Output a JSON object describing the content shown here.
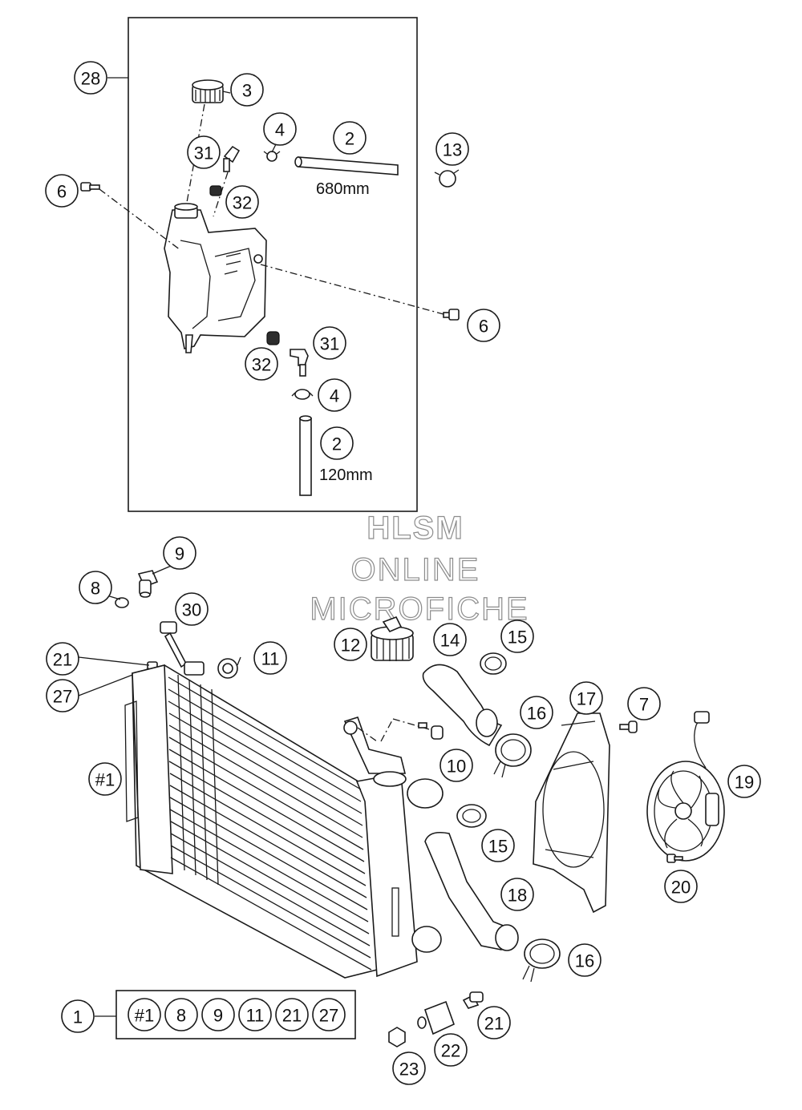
{
  "watermark": {
    "line1": "HLSM",
    "line2": "ONLINE",
    "line3": "MICROFICHE"
  },
  "dimensions": {
    "hose_long": "680mm",
    "hose_short": "120mm"
  },
  "callouts": [
    {
      "id": "c28",
      "label": "28"
    },
    {
      "id": "c3",
      "label": "3"
    },
    {
      "id": "c4a",
      "label": "4"
    },
    {
      "id": "c2a",
      "label": "2"
    },
    {
      "id": "c13",
      "label": "13"
    },
    {
      "id": "c6a",
      "label": "6"
    },
    {
      "id": "c31a",
      "label": "31"
    },
    {
      "id": "c32a",
      "label": "32"
    },
    {
      "id": "c6b",
      "label": "6"
    },
    {
      "id": "c31b",
      "label": "31"
    },
    {
      "id": "c32b",
      "label": "32"
    },
    {
      "id": "c4b",
      "label": "4"
    },
    {
      "id": "c2b",
      "label": "2"
    },
    {
      "id": "c9",
      "label": "9"
    },
    {
      "id": "c8",
      "label": "8"
    },
    {
      "id": "c30",
      "label": "30"
    },
    {
      "id": "c12",
      "label": "12"
    },
    {
      "id": "c14",
      "label": "14"
    },
    {
      "id": "c15a",
      "label": "15"
    },
    {
      "id": "c21a",
      "label": "21"
    },
    {
      "id": "c11",
      "label": "11"
    },
    {
      "id": "c27",
      "label": "27"
    },
    {
      "id": "c16a",
      "label": "16"
    },
    {
      "id": "c17",
      "label": "17"
    },
    {
      "id": "c7",
      "label": "7"
    },
    {
      "id": "c10",
      "label": "10"
    },
    {
      "id": "c1a",
      "label": "#1"
    },
    {
      "id": "c19",
      "label": "19"
    },
    {
      "id": "c15b",
      "label": "15"
    },
    {
      "id": "c18",
      "label": "18"
    },
    {
      "id": "c20",
      "label": "20"
    },
    {
      "id": "c16b",
      "label": "16"
    },
    {
      "id": "c1",
      "label": "1"
    },
    {
      "id": "c21b",
      "label": "21"
    },
    {
      "id": "c22",
      "label": "22"
    },
    {
      "id": "c23",
      "label": "23"
    }
  ],
  "kit_box": {
    "items": [
      "#1",
      "8",
      "9",
      "11",
      "21",
      "27"
    ]
  }
}
